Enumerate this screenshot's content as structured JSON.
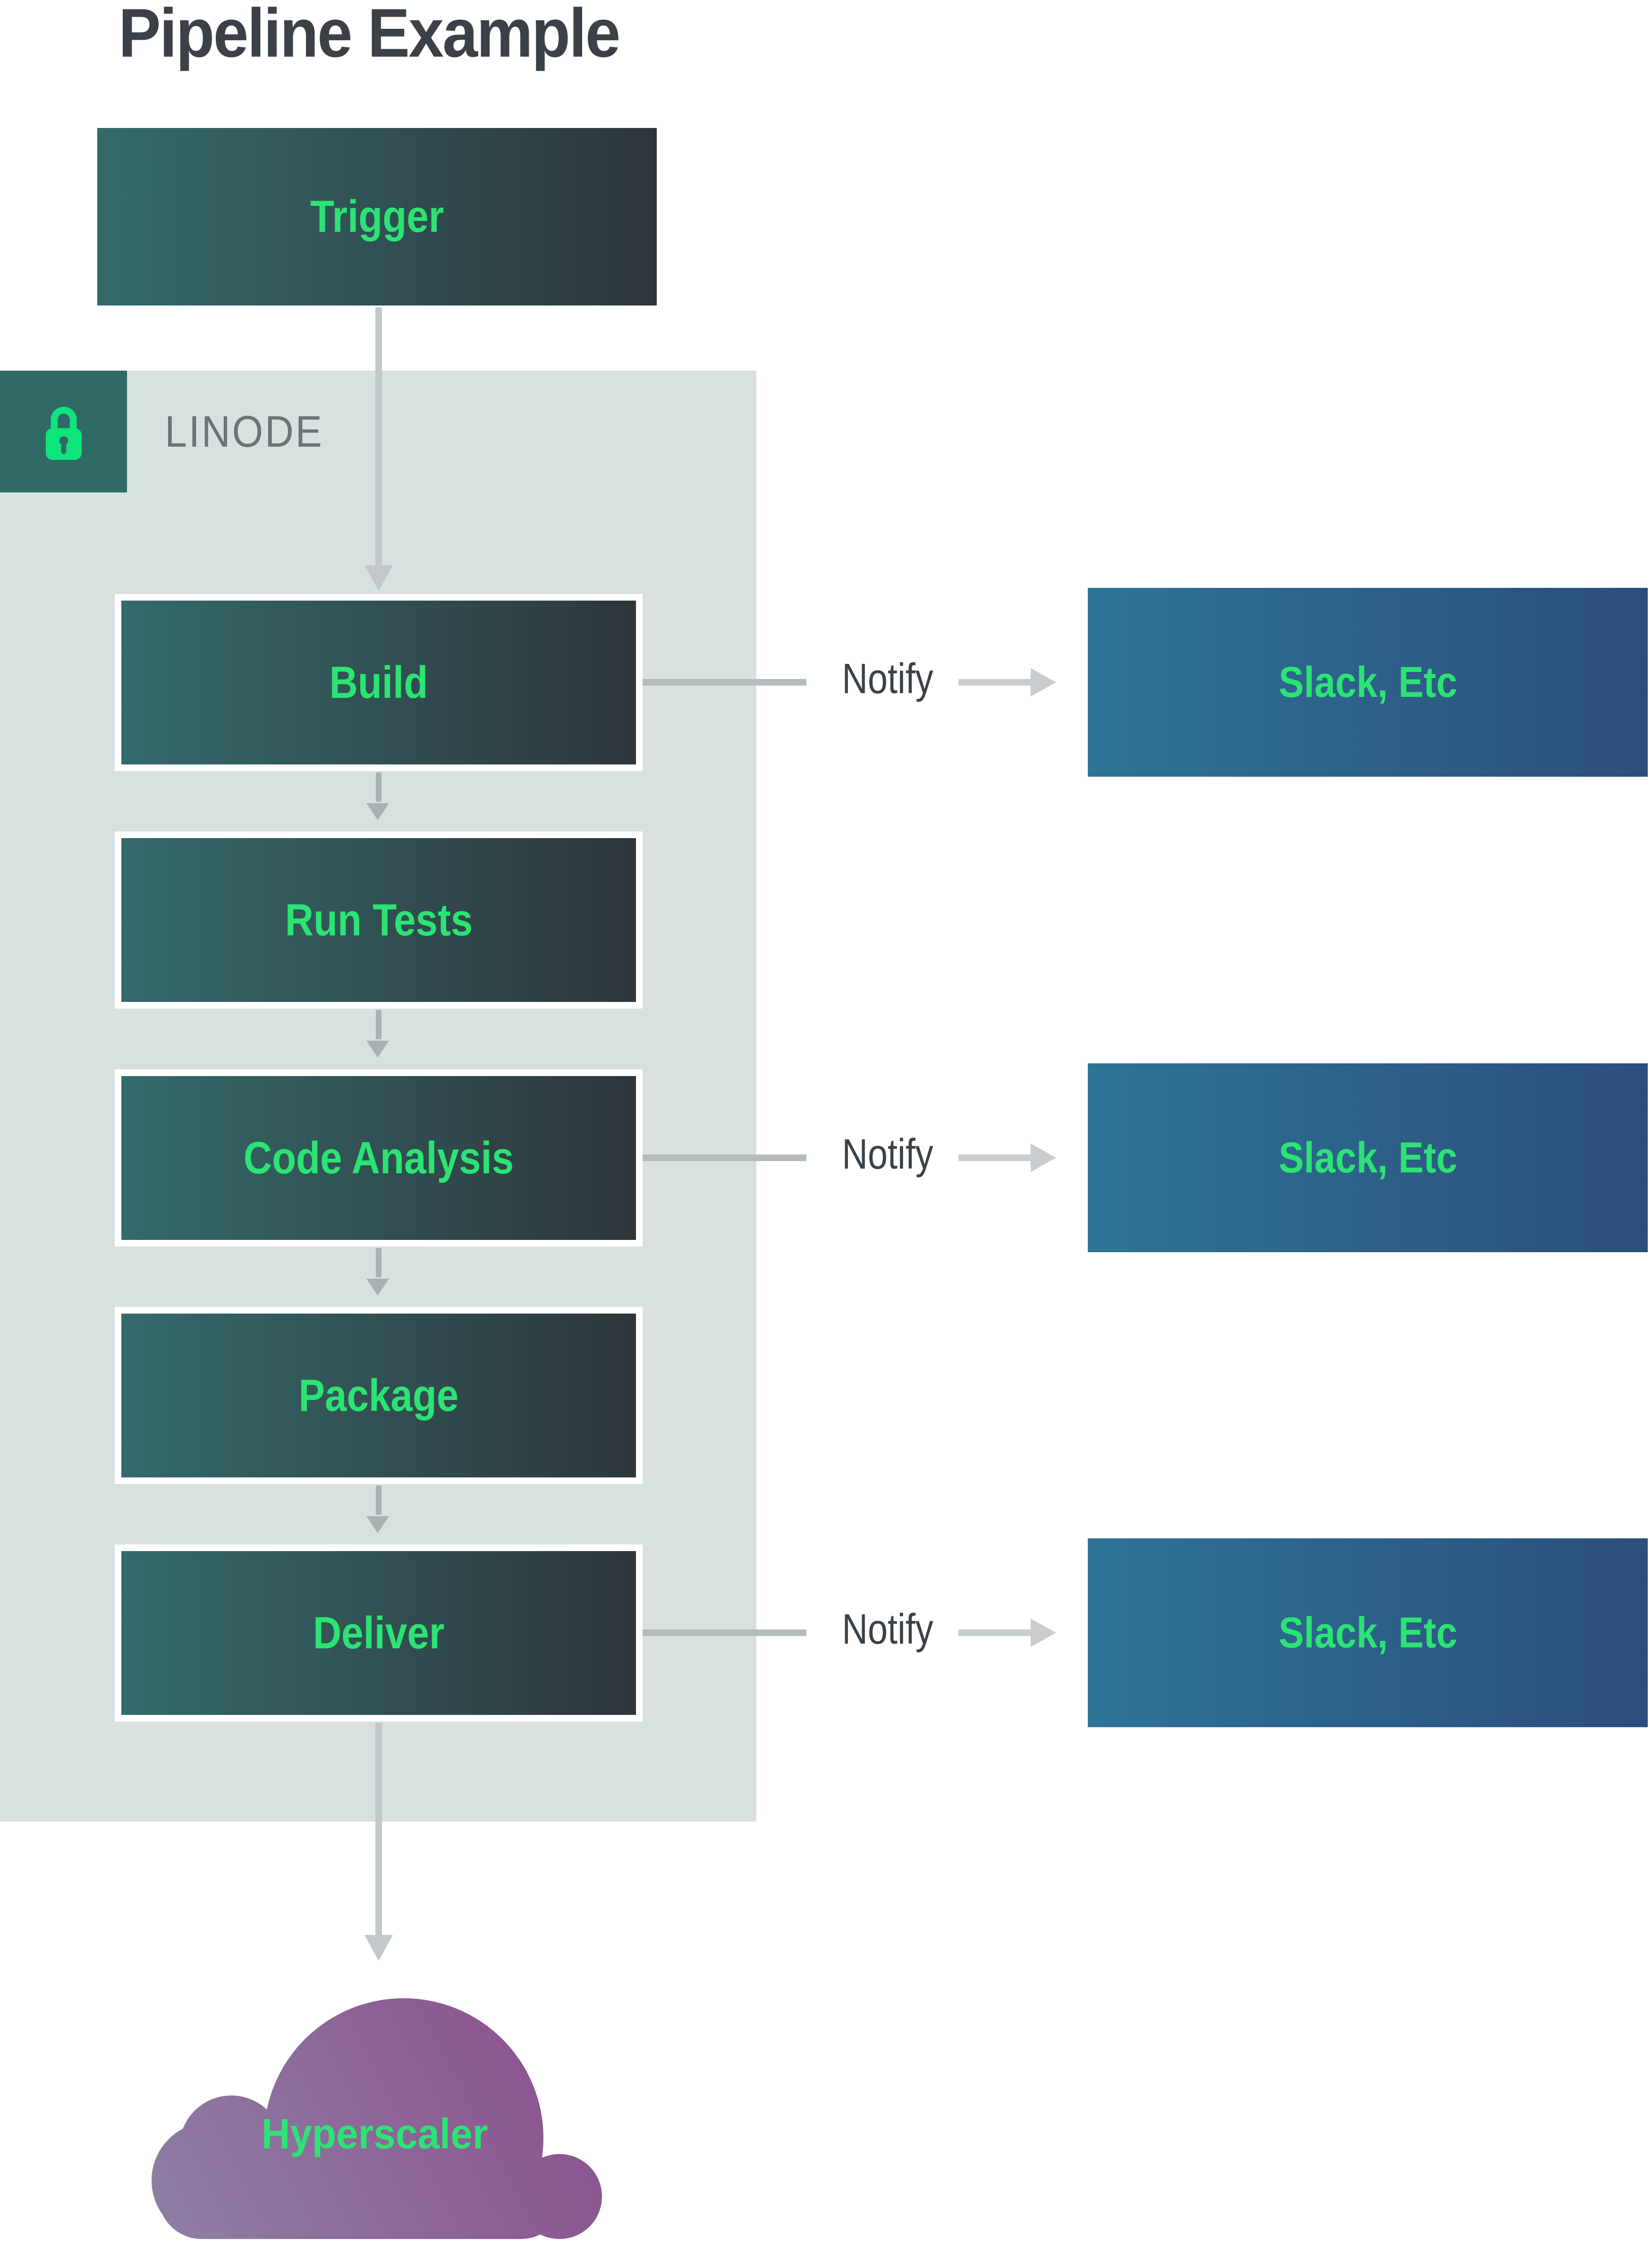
{
  "title": "Pipeline Example",
  "trigger": {
    "label": "Trigger"
  },
  "linode": {
    "label": "LINODE"
  },
  "stages": [
    {
      "label": "Build"
    },
    {
      "label": "Run Tests"
    },
    {
      "label": "Code Analysis"
    },
    {
      "label": "Package"
    },
    {
      "label": "Deliver"
    }
  ],
  "notify": {
    "label": "Notify",
    "target": "Slack, Etc"
  },
  "destination": {
    "label": "Hyperscaler"
  },
  "colors": {
    "accent_green": "#2be473",
    "lock_green": "#10e57c",
    "text_dark": "#3a4148",
    "linode_text": "#6b7478",
    "panel_bg": "#d9e1e0",
    "lock_badge_bg": "#2f6a67",
    "stage_gradient_start": "#346a6b",
    "stage_gradient_end": "#2e363b",
    "slack_gradient_start": "#2e7497",
    "slack_gradient_end": "#2c4d7a",
    "cloud_gradient_start": "#8e81a5",
    "cloud_gradient_end": "#8c4b8c",
    "arrow_gray": "#a9b2b2",
    "arrow_light_gray": "#c3c9cb"
  }
}
